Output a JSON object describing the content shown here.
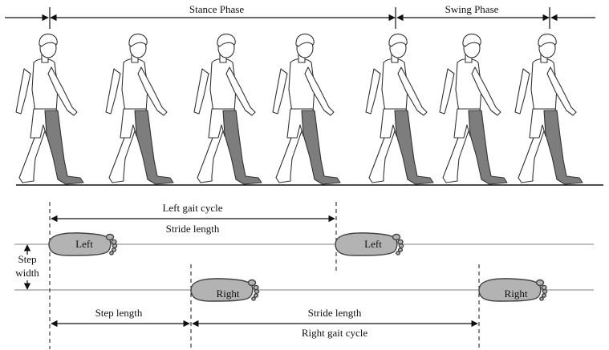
{
  "phases": {
    "stance_label": "Stance Phase",
    "swing_label": "Swing Phase"
  },
  "footprints": {
    "left_label": "Left",
    "right_label": "Right"
  },
  "measurements": {
    "left_gait_cycle": "Left gait cycle",
    "stride_length_top": "Stride length",
    "step_width_line1": "Step",
    "step_width_line2": "width",
    "step_length": "Step length",
    "stride_length_bottom": "Stride length",
    "right_gait_cycle": "Right gait cycle"
  },
  "colors": {
    "limb_dark": "#7d7d7d",
    "footprint_fill": "#b3b3b3"
  }
}
